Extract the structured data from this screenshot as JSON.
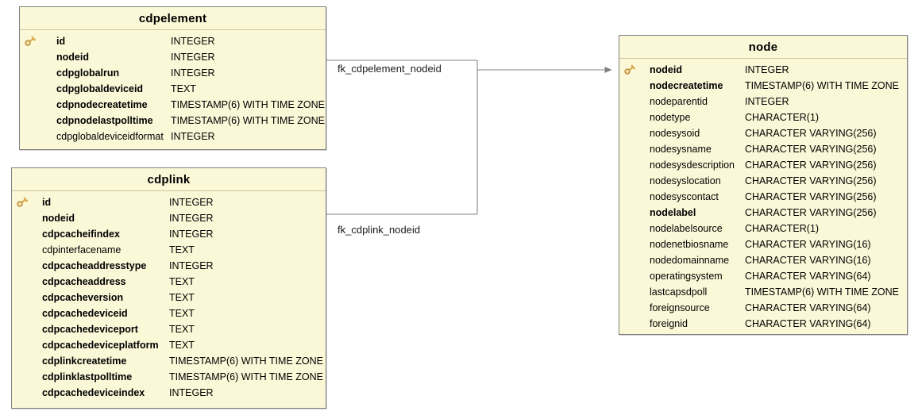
{
  "diagram": {
    "kind": "entity-relationship-diagram",
    "background": "#ffffff",
    "entity_fill": "#fbf8d8",
    "entity_border": "#808080",
    "connector_color": "#808080"
  },
  "entities": [
    {
      "id": "cdpelement",
      "name": "cdpelement",
      "attributes": [
        {
          "name": "id",
          "type": "INTEGER",
          "key": "pk",
          "bold": true
        },
        {
          "name": "nodeid",
          "type": "INTEGER",
          "key": "none",
          "bold": true
        },
        {
          "name": "cdpglobalrun",
          "type": "INTEGER",
          "key": "none",
          "bold": true
        },
        {
          "name": "cdpglobaldeviceid",
          "type": "TEXT",
          "key": "none",
          "bold": true
        },
        {
          "name": "cdpnodecreatetime",
          "type": "TIMESTAMP(6) WITH TIME ZONE",
          "key": "none",
          "bold": true
        },
        {
          "name": "cdpnodelastpolltime",
          "type": "TIMESTAMP(6) WITH TIME ZONE",
          "key": "none",
          "bold": true
        },
        {
          "name": "cdpglobaldeviceidformat",
          "type": "INTEGER",
          "key": "none",
          "bold": false
        }
      ]
    },
    {
      "id": "cdplink",
      "name": "cdplink",
      "attributes": [
        {
          "name": "id",
          "type": "INTEGER",
          "key": "pk",
          "bold": true
        },
        {
          "name": "nodeid",
          "type": "INTEGER",
          "key": "none",
          "bold": true
        },
        {
          "name": "cdpcacheifindex",
          "type": "INTEGER",
          "key": "none",
          "bold": true
        },
        {
          "name": "cdpinterfacename",
          "type": "TEXT",
          "key": "none",
          "bold": false
        },
        {
          "name": "cdpcacheaddresstype",
          "type": "INTEGER",
          "key": "none",
          "bold": true
        },
        {
          "name": "cdpcacheaddress",
          "type": "TEXT",
          "key": "none",
          "bold": true
        },
        {
          "name": "cdpcacheversion",
          "type": "TEXT",
          "key": "none",
          "bold": true
        },
        {
          "name": "cdpcachedeviceid",
          "type": "TEXT",
          "key": "none",
          "bold": true
        },
        {
          "name": "cdpcachedeviceport",
          "type": "TEXT",
          "key": "none",
          "bold": true
        },
        {
          "name": "cdpcachedeviceplatform",
          "type": "TEXT",
          "key": "none",
          "bold": true
        },
        {
          "name": "cdplinkcreatetime",
          "type": "TIMESTAMP(6) WITH TIME ZONE",
          "key": "none",
          "bold": true
        },
        {
          "name": "cdplinklastpolltime",
          "type": "TIMESTAMP(6) WITH TIME ZONE",
          "key": "none",
          "bold": true
        },
        {
          "name": "cdpcachedeviceindex",
          "type": "INTEGER",
          "key": "none",
          "bold": true
        }
      ]
    },
    {
      "id": "node",
      "name": "node",
      "attributes": [
        {
          "name": "nodeid",
          "type": "INTEGER",
          "key": "pk",
          "bold": true
        },
        {
          "name": "nodecreatetime",
          "type": "TIMESTAMP(6) WITH TIME ZONE",
          "key": "none",
          "bold": true
        },
        {
          "name": "nodeparentid",
          "type": "INTEGER",
          "key": "none",
          "bold": false
        },
        {
          "name": "nodetype",
          "type": "CHARACTER(1)",
          "key": "none",
          "bold": false
        },
        {
          "name": "nodesysoid",
          "type": "CHARACTER VARYING(256)",
          "key": "none",
          "bold": false
        },
        {
          "name": "nodesysname",
          "type": "CHARACTER VARYING(256)",
          "key": "none",
          "bold": false
        },
        {
          "name": "nodesysdescription",
          "type": "CHARACTER VARYING(256)",
          "key": "none",
          "bold": false
        },
        {
          "name": "nodesyslocation",
          "type": "CHARACTER VARYING(256)",
          "key": "none",
          "bold": false
        },
        {
          "name": "nodesyscontact",
          "type": "CHARACTER VARYING(256)",
          "key": "none",
          "bold": false
        },
        {
          "name": "nodelabel",
          "type": "CHARACTER VARYING(256)",
          "key": "none",
          "bold": true
        },
        {
          "name": "nodelabelsource",
          "type": "CHARACTER(1)",
          "key": "none",
          "bold": false
        },
        {
          "name": "nodenetbiosname",
          "type": "CHARACTER VARYING(16)",
          "key": "none",
          "bold": false
        },
        {
          "name": "nodedomainname",
          "type": "CHARACTER VARYING(16)",
          "key": "none",
          "bold": false
        },
        {
          "name": "operatingsystem",
          "type": "CHARACTER VARYING(64)",
          "key": "none",
          "bold": false
        },
        {
          "name": "lastcapsdpoll",
          "type": "TIMESTAMP(6) WITH TIME ZONE",
          "key": "none",
          "bold": false
        },
        {
          "name": "foreignsource",
          "type": "CHARACTER VARYING(64)",
          "key": "none",
          "bold": false
        },
        {
          "name": "foreignid",
          "type": "CHARACTER VARYING(64)",
          "key": "none",
          "bold": false
        }
      ]
    }
  ],
  "relationships": [
    {
      "id": "fk_cdpelement_nodeid",
      "label": "fk_cdpelement_nodeid",
      "from": "cdpelement",
      "to": "node"
    },
    {
      "id": "fk_cdplink_nodeid",
      "label": "fk_cdplink_nodeid",
      "from": "cdplink",
      "to": "node"
    }
  ],
  "footer": {
    "watermark": ""
  }
}
